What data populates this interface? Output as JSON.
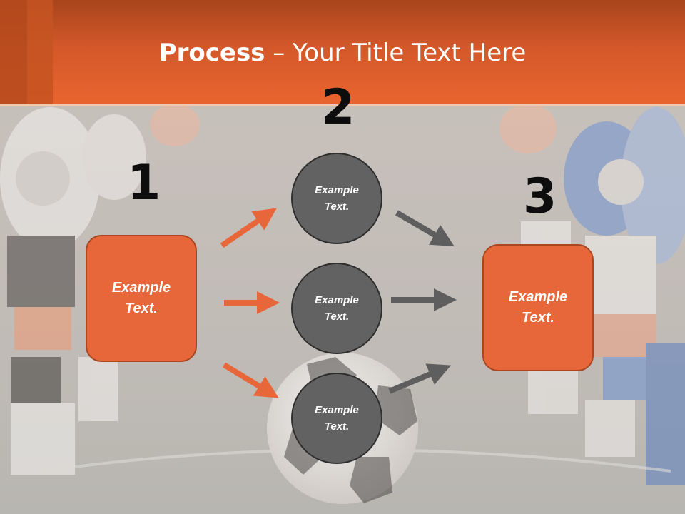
{
  "title": {
    "bold": "Process",
    "rest": " – Your Title Text Here"
  },
  "steps": {
    "one": "1",
    "two": "2",
    "three": "3"
  },
  "left_box": {
    "line1": "Example",
    "line2": "Text."
  },
  "right_box": {
    "line1": "Example",
    "line2": "Text."
  },
  "circles": [
    {
      "line1": "Example",
      "line2": "Text."
    },
    {
      "line1": "Example",
      "line2": "Text."
    },
    {
      "line1": "Example",
      "line2": "Text."
    }
  ],
  "colors": {
    "accent": "#e8673a",
    "header": "#e9642e",
    "circle": "#626262",
    "arrow_gray": "#5e5e5e"
  }
}
